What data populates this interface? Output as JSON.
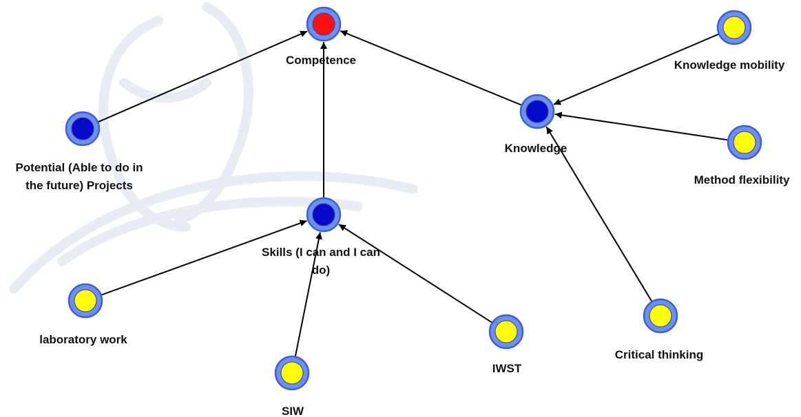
{
  "diagram": {
    "nodes": [
      {
        "id": "competence",
        "label_lines": [
          "Competence"
        ],
        "color": "#ff1010"
      },
      {
        "id": "potential",
        "label_lines": [
          "Potential (Able to do in",
          "the future) Projects"
        ],
        "color": "#0a0acc"
      },
      {
        "id": "skills",
        "label_lines": [
          "Skills (I can and I can",
          "do)"
        ],
        "color": "#0a0acc"
      },
      {
        "id": "knowledge",
        "label_lines": [
          "Knowledge"
        ],
        "color": "#0a0acc"
      },
      {
        "id": "knowledge-mobility",
        "label_lines": [
          "Knowledge mobility"
        ],
        "color": "#ffff00"
      },
      {
        "id": "method-flexibility",
        "label_lines": [
          "Method flexibility"
        ],
        "color": "#ffff00"
      },
      {
        "id": "critical-thinking",
        "label_lines": [
          "Critical thinking"
        ],
        "color": "#ffff00"
      },
      {
        "id": "laboratory-work",
        "label_lines": [
          "laboratory work"
        ],
        "color": "#ffff00"
      },
      {
        "id": "siw",
        "label_lines": [
          "SIW"
        ],
        "color": "#ffff00"
      },
      {
        "id": "iwst",
        "label_lines": [
          "IWST"
        ],
        "color": "#ffff00"
      }
    ],
    "edges": [
      {
        "from": "potential",
        "to": "competence"
      },
      {
        "from": "skills",
        "to": "competence"
      },
      {
        "from": "knowledge",
        "to": "competence"
      },
      {
        "from": "knowledge-mobility",
        "to": "knowledge"
      },
      {
        "from": "method-flexibility",
        "to": "knowledge"
      },
      {
        "from": "critical-thinking",
        "to": "knowledge"
      },
      {
        "from": "laboratory-work",
        "to": "skills"
      },
      {
        "from": "siw",
        "to": "skills"
      },
      {
        "from": "iwst",
        "to": "skills"
      }
    ]
  }
}
